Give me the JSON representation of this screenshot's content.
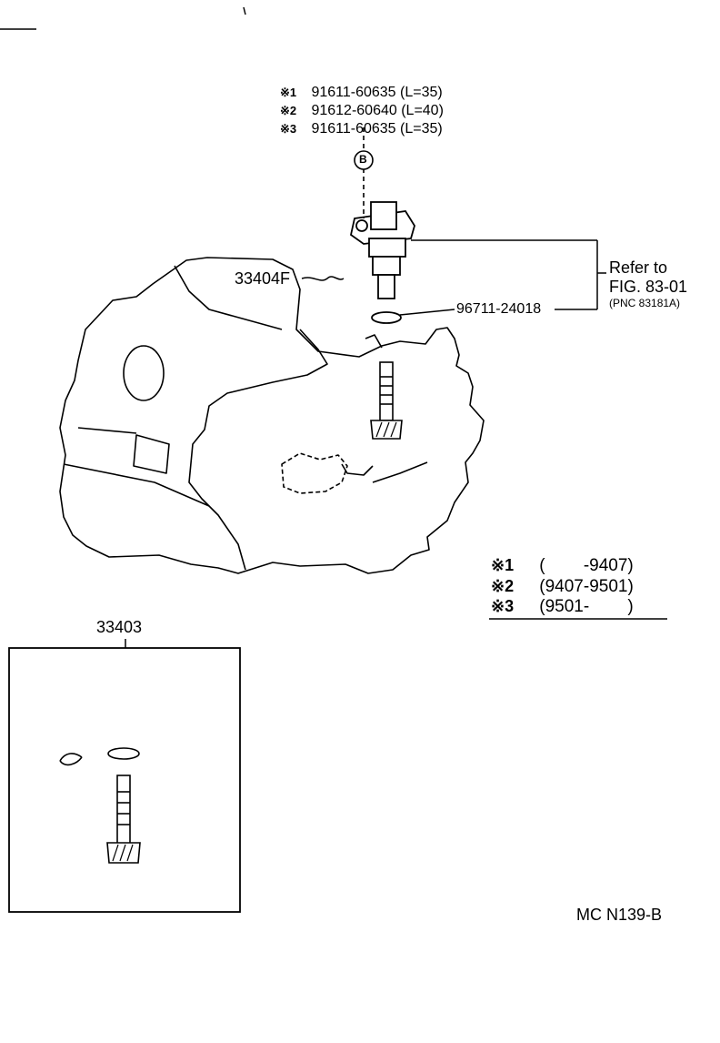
{
  "bolt_callouts": [
    {
      "mark": "※1",
      "part": "91611-60635 (L=35)"
    },
    {
      "mark": "※2",
      "part": "91612-60640 (L=40)"
    },
    {
      "mark": "※3",
      "part": "91611-60635 (L=35)"
    }
  ],
  "bolt_symbol": "B",
  "grease_label": "33404F",
  "oring_label": "96711-24018",
  "refer": {
    "line1": "Refer to",
    "line2": "FIG. 83-01",
    "line3": "(PNC 83181A)"
  },
  "legend": [
    {
      "mark": "※1",
      "range": "(        -9407)"
    },
    {
      "mark": "※2",
      "range": "(9407-9501)"
    },
    {
      "mark": "※3",
      "range": "(9501-        )"
    }
  ],
  "kit_label": "33403",
  "figure_code": "MC N139-B"
}
